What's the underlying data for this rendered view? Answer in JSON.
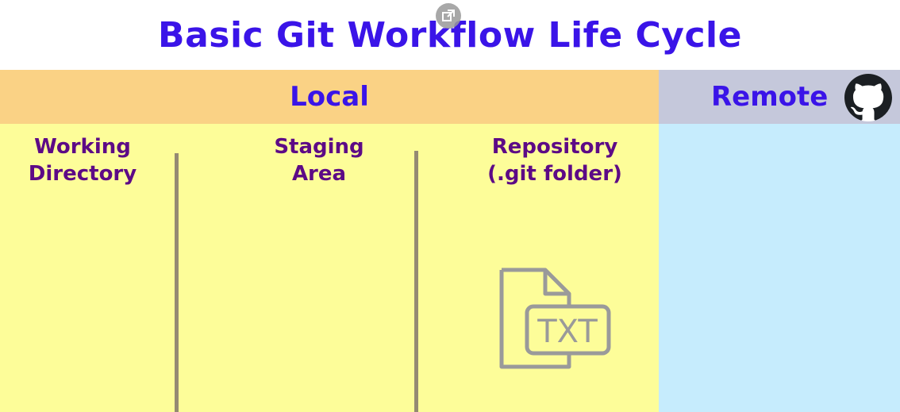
{
  "title": "Basic Git Workflow Life Cycle",
  "sections": {
    "local": "Local",
    "remote": "Remote"
  },
  "columns": [
    {
      "label": "Working\nDirectory"
    },
    {
      "label": "Staging\nArea"
    },
    {
      "label": "Repository\n(.git folder)"
    }
  ],
  "file_icon": {
    "text": "TXT",
    "icon": "txt-file-icon"
  },
  "icons": {
    "remote": "github-icon",
    "overlay": "popout-icon"
  },
  "colors": {
    "title": "#3a14e8",
    "local_header": "#fad285",
    "remote_header": "#c5c8db",
    "local_body": "#fdfd99",
    "remote_body": "#c6ecfd",
    "column_label": "#5d0a86",
    "divider": "#958a73"
  }
}
